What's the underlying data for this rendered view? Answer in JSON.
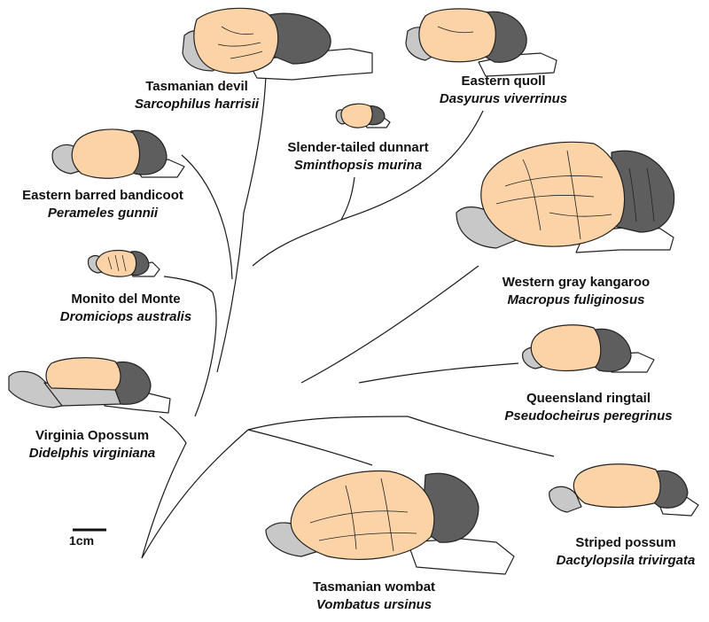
{
  "species": [
    {
      "id": "tasmanian-devil",
      "common": "Tasmanian devil",
      "scientific": "Sarcophilus harrisii"
    },
    {
      "id": "eastern-quoll",
      "common": "Eastern quoll",
      "scientific": "Dasyurus viverrinus"
    },
    {
      "id": "slender-tailed-dunnart",
      "common": "Slender-tailed dunnart",
      "scientific": "Sminthopsis murina"
    },
    {
      "id": "eastern-barred-bandicoot",
      "common": "Eastern barred bandicoot",
      "scientific": "Perameles gunnii"
    },
    {
      "id": "monito-del-monte",
      "common": "Monito del Monte",
      "scientific": "Dromiciops australis"
    },
    {
      "id": "virginia-opossum",
      "common": "Virginia Opossum",
      "scientific": "Didelphis virginiana"
    },
    {
      "id": "western-gray-kangaroo",
      "common": "Western gray kangaroo",
      "scientific": "Macropus fuliginosus"
    },
    {
      "id": "queensland-ringtail",
      "common": "Queensland ringtail",
      "scientific": "Pseudocheirus peregrinus"
    },
    {
      "id": "striped-possum",
      "common": "Striped possum",
      "scientific": "Dactylopsila trivirgata"
    },
    {
      "id": "tasmanian-wombat",
      "common": "Tasmanian wombat",
      "scientific": "Vombatus ursinus"
    }
  ],
  "scale_bar": {
    "label": "1cm"
  },
  "colors": {
    "cortex": "#fbd3a6",
    "cerebellum": "#5e5e5e",
    "olfactory": "#c8c8c8",
    "brainstem": "#ffffff",
    "outline": "#222222"
  }
}
